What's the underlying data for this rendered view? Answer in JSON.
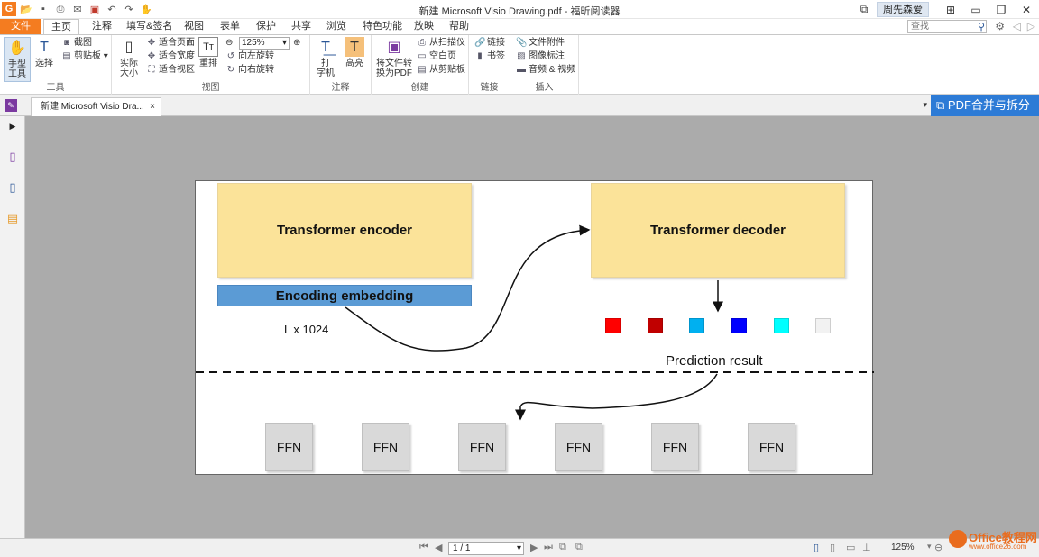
{
  "window": {
    "title": "新建 Microsoft Visio Drawing.pdf - 福昕阅读器",
    "user": "周先森爱",
    "minimize_icon": "minimize-icon",
    "restore_icon": "restore-icon",
    "close_icon": "close-icon"
  },
  "quick_access": [
    "app-logo-icon",
    "open-icon",
    "save-icon",
    "print-icon",
    "email-icon",
    "pdf-icon",
    "undo-icon",
    "redo-icon",
    "hand-tool-icon"
  ],
  "tabs": [
    {
      "label": "文件"
    },
    {
      "label": "主页"
    },
    {
      "label": "注释"
    },
    {
      "label": "填写&签名"
    },
    {
      "label": "视图"
    },
    {
      "label": "表单"
    },
    {
      "label": "保护"
    },
    {
      "label": "共享"
    },
    {
      "label": "浏览"
    },
    {
      "label": "特色功能"
    },
    {
      "label": "放映"
    },
    {
      "label": "帮助"
    }
  ],
  "search": {
    "placeholder": "查找"
  },
  "ribbon": {
    "tools": {
      "label": "工具",
      "hand": "手型\n工具",
      "select": "选择",
      "screenshot": "截图",
      "clipboard": "剪贴板"
    },
    "view": {
      "label": "视图",
      "actual_size": "实际\n大小",
      "fit_page": "适合页面",
      "fit_width": "适合宽度",
      "fit_visible": "适合视区",
      "reflow": "重排",
      "zoom": "125%",
      "rotate_left": "向左旋转",
      "rotate_right": "向右旋转"
    },
    "comment": {
      "label": "注释",
      "typewriter": "打\n字机",
      "highlight": "高亮"
    },
    "create": {
      "label": "创建",
      "convert": "将文件转\n换为PDF",
      "from_scanner": "从扫描仪",
      "blank_page": "空白页",
      "from_clipboard": "从剪贴板"
    },
    "link": {
      "label": "链接",
      "link": "链接",
      "bookmark": "书签"
    },
    "insert": {
      "label": "插入",
      "attachment": "文件附件",
      "image": "图像标注",
      "media": "音频 & 视频"
    }
  },
  "doc_tab": {
    "title": "新建 Microsoft Visio Dra...",
    "close": "×"
  },
  "pdf_merge": "PDF合并与拆分",
  "diagram": {
    "encoder": "Transformer encoder",
    "decoder": "Transformer decoder",
    "embedding": "Encoding embedding",
    "dims": "L x 1024",
    "prediction": "Prediction result",
    "ffn_labels": [
      "FFN",
      "FFN",
      "FFN",
      "FFN",
      "FFN",
      "FFN"
    ],
    "squares": [
      "#ff0000",
      "#c00000",
      "#00b0f0",
      "#0000ff",
      "#00ffff",
      "#f2f2f2"
    ]
  },
  "status": {
    "page": "1 / 1",
    "zoom": "125%"
  },
  "watermark": {
    "title": "Office教程网",
    "url": "www.office26.com"
  }
}
